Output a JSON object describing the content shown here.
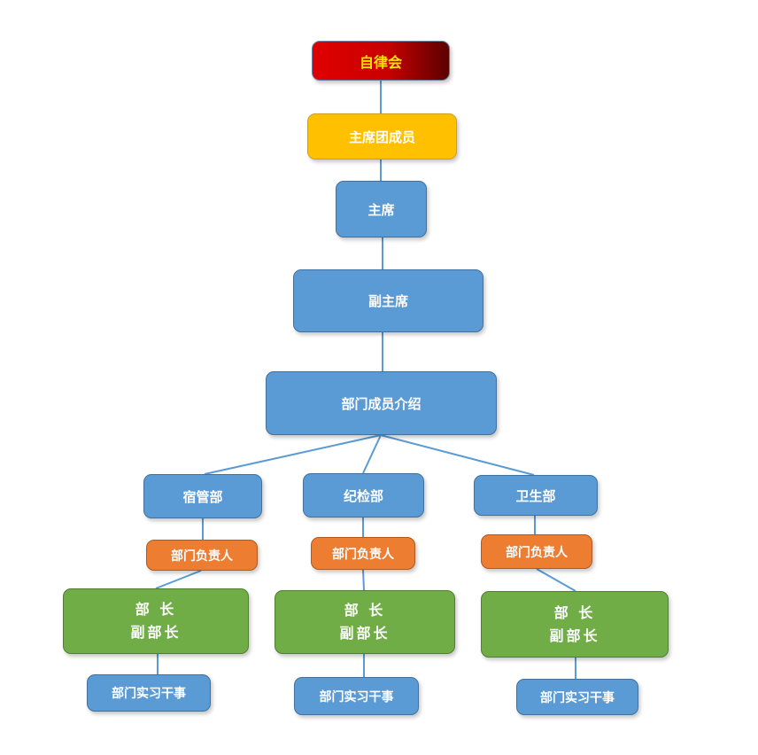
{
  "colors": {
    "top": "#c00000",
    "top_text": "#ffe600",
    "presidium": "#ffc000",
    "blue": "#5b9bd5",
    "orange": "#ed7d31",
    "green": "#70ad47",
    "connector": "#5b9bd5"
  },
  "org": {
    "root": "自律会",
    "presidium": "主席团成员",
    "chairman": "主席",
    "vice_chairman": "副主席",
    "intro": "部门成员介绍",
    "departments": [
      {
        "name": "宿管部",
        "head": "部门负责人",
        "ministers": [
          "部 长",
          "副部长"
        ],
        "interns": "部门实习干事"
      },
      {
        "name": "纪检部",
        "head": "部门负责人",
        "ministers": [
          "部 长",
          "副部长"
        ],
        "interns": "部门实习干事"
      },
      {
        "name": "卫生部",
        "head": "部门负责人",
        "ministers": [
          "部 长",
          "副部长"
        ],
        "interns": "部门实习干事"
      }
    ]
  }
}
